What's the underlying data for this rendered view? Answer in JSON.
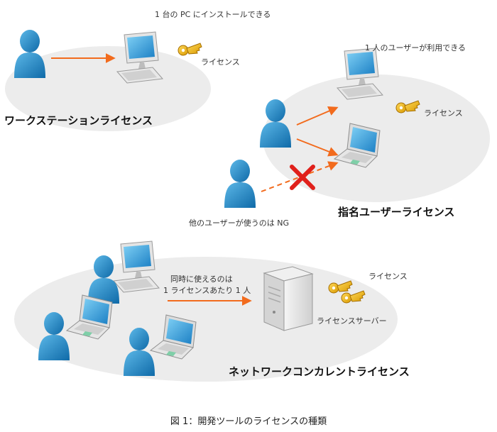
{
  "sections": {
    "workstation": {
      "title": "ワークステーションライセンス",
      "note": "1 台の PC にインストールできる",
      "license_label": "ライセンス"
    },
    "named_user": {
      "title": "指名ユーザーライセンス",
      "note": "1 人のユーザーが利用できる",
      "license_label": "ライセンス",
      "ng_note": "他のユーザーが使うのは NG"
    },
    "concurrent": {
      "title": "ネットワークコンカレントライセンス",
      "note_line1": "同時に使えるのは",
      "note_line2": "1 ライセンスあたり 1 人",
      "license_label": "ライセンス",
      "server_label": "ライセンスサーバー"
    }
  },
  "caption": "図 1：開発ツールのライセンスの種類",
  "colors": {
    "arrow": "#f26b1d",
    "ellipse": "#ececec",
    "person": "#1e88c7",
    "key": "#f2b705",
    "ng_mark": "#e0201b"
  }
}
